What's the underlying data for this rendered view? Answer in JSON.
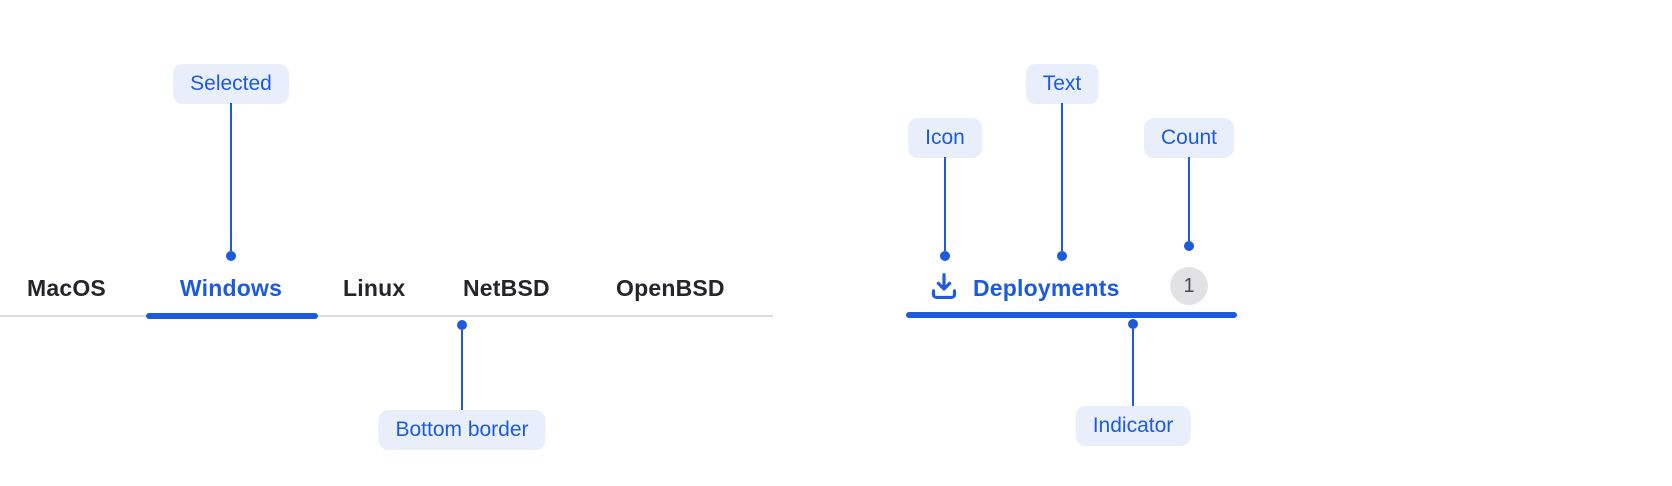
{
  "colors": {
    "accent_blue": "#1d5bdb",
    "callout_background": "#e9eefb",
    "tab_text": "#26252b",
    "divider_gray": "#dcdcde",
    "badge_background": "#e2e1e4",
    "badge_text": "#4b4a51",
    "page_background": "#ffffff"
  },
  "tabs_demo": {
    "tabs": [
      {
        "label": "MacOS",
        "selected": false
      },
      {
        "label": "Windows",
        "selected": true
      },
      {
        "label": "Linux",
        "selected": false
      },
      {
        "label": "NetBSD",
        "selected": false
      },
      {
        "label": "OpenBSD",
        "selected": false
      }
    ],
    "callouts": {
      "selected": "Selected",
      "bottom_border": "Bottom border"
    }
  },
  "anatomy_demo": {
    "tab": {
      "icon": "download-icon",
      "label": "Deployments",
      "count": "1",
      "selected": true
    },
    "callouts": {
      "icon": "Icon",
      "text": "Text",
      "count": "Count",
      "indicator": "Indicator"
    }
  }
}
